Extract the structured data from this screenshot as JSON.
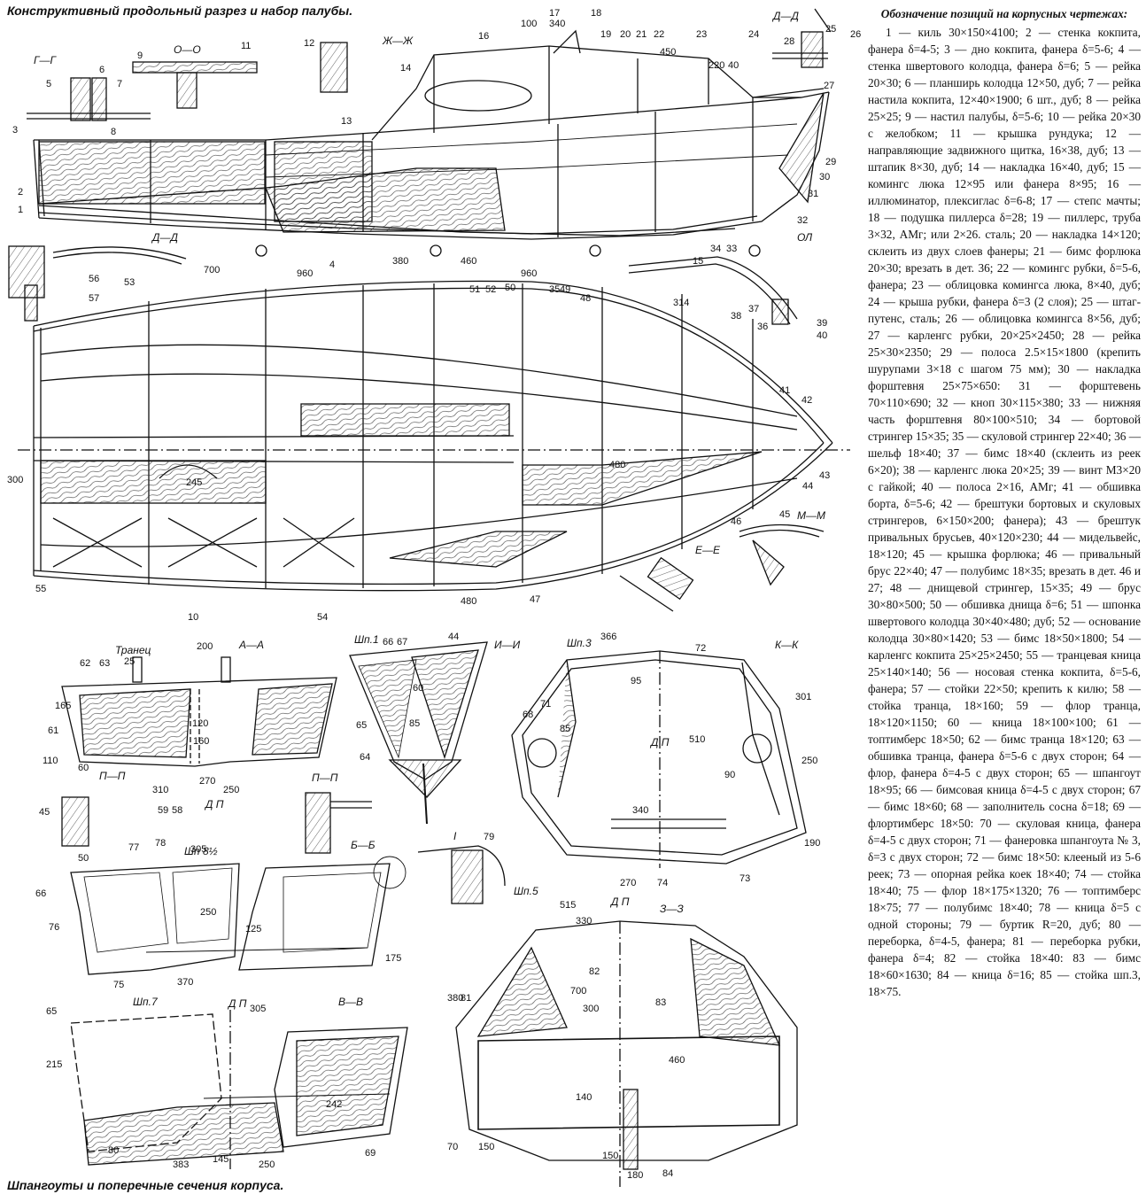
{
  "titles": {
    "top": "Конструктивный продольный разрез и набор палубы.",
    "bottom": "Шпангоуты и поперечные сечения корпуса."
  },
  "legend": {
    "title": "Обозначение позиций на корпусных чертежах:",
    "text": "1 — киль 30×150×4100; 2 — стенка кокпита, фанера δ=4-5; 3 — дно кокпита, фанера δ=5-6; 4 — стенка швертового колодца, фанера δ=6; 5 — рейка 20×30; 6 — планширь колодца 12×50, дуб; 7 — рейка настила кокпита, 12×40×1900; 6 шт., дуб; 8 — рейка 25×25; 9 — настил палубы, δ=5-6; 10 — рейка 20×30 с желобком; 11 — крышка рундука; 12 — направляющие задвижного щитка, 16×38, дуб; 13 — штапик 8×30, дуб; 14 — накладка 16×40, дуб; 15 — комингс люка 12×95 или фанера 8×95; 16 — иллюминатор, плексиглас δ=6-8; 17 — степс мачты; 18 — подушка пиллерса δ=28; 19 — пиллерс, труба 3×32, АМг; или 2×26. сталь; 20 — накладка 14×120; склеить из двух слоев фанеры; 21 — бимс форлюка 20×30; врезать в дет. 36; 22 — комингс рубки, δ=5-6, фанера; 23 — облицовка комингса люка, 8×40, дуб; 24 — крыша рубки, фанера δ=3 (2 слоя); 25 — штаг-путенс, сталь; 26 — облицовка комингса 8×56, дуб; 27 — карленгс рубки, 20×25×2450; 28 — рейка 25×30×2350; 29 — полоса 2.5×15×1800 (крепить шурупами 3×18 с шагом 75 мм); 30 — накладка форштевня 25×75×650: 31 — форштевень 70×110×690; 32 — кноп 30×115×380; 33 — нижняя часть форштевня 80×100×510; 34 — бортовой стрингер 15×35; 35 — скуловой стрингер 22×40; 36 — шельф 18×40; 37 — бимс 18×40 (склеить из реек 6×20); 38 — карленгс люка 20×25; 39 — винт М3×20 с гайкой; 40 — полоса 2×16, АМг; 41 — обшивка борта, δ=5-6; 42 — брештуки бортовых и скуловых стрингеров, 6×150×200; фанера); 43 — брештук привальных брусьев, 40×120×230; 44 — мидельвейс, 18×120; 45 — крышка форлюка; 46 — привальный брус 22×40; 47 — полубимс 18×35; врезать в дет. 46 и 27; 48 — днищевой стрингер, 15×35; 49 — брус 30×80×500; 50 — обшивка днища δ=6; 51 — шпонка швертового колодца 30×40×480; дуб; 52 — основание колодца 30×80×1420; 53 — бимс 18×50×1800; 54 — карленгс кокпита 25×25×2450; 55 — транцевая кница 25×140×140; 56 — носовая стенка кокпита, δ=5-6, фанера; 57 — стойки 22×50; крепить к килю; 58 — стойка транца, 18×160; 59 — флор транца, 18×120×1150; 60 — кница 18×100×100; 61 — топтимберс 18×50; 62 — бимс транца 18×120; 63 — обшивка транца, фанера δ=5-6 с двух сторон; 64 — флор, фанера δ=4-5 с двух сторон; 65 — шпангоут 18×95; 66 — бимсовая кница δ=4-5 с двух сторон; 67 — бимс 18×60; 68 — заполнитель сосна δ=18; 69 — флортимберс 18×50: 70 — скуловая кница, фанера δ=4-5 с двух сторон; 71 — фанеровка шпангоута № 3, δ=3 с двух сторон; 72 — бимс 18×50: клееный из 5-6 реек; 73 — опорная рейка коек 18×40; 74 — стойка 18×40; 75 — флор 18×175×1320; 76 — топтимберс 18×75; 77 — полубимс 18×40; 78 — кница δ=5 с одной стороны; 79 — буртик R=20, дуб; 80 — переборка, δ=4-5, фанера; 81 — переборка рубки, фанера δ=4; 82 — стойка 18×40: 83 — бимс 18×60×1630; 84 — кница δ=16; 85 — стойка шп.3, 18×75."
  },
  "view_labels": {
    "transom": "Транец",
    "aa": "А—А",
    "sh1": "Шп.1",
    "ii": "И—И",
    "sh3": "Шп.3",
    "kk": "К—К",
    "sh8": "Шп 8½",
    "pp1": "П—П",
    "pp2": "П—П",
    "bb": "Б—Б",
    "i": "I",
    "sh5": "Шп.5",
    "zz": "З—З",
    "sh7": "Шп.7",
    "vv": "В—В",
    "gg": "Г—Г",
    "oo": "О—О",
    "zhzh": "Ж—Ж",
    "dd1": "Д—Д",
    "dd2": "Д—Д",
    "ee": "Е—Е",
    "mm": "М—М",
    "dp1": "Д П",
    "dp2": "Д П",
    "dp3": "Д П",
    "dp4": "Д П",
    "ol": "ОЛ"
  },
  "dimensions": {
    "d700": "700",
    "d960a": "960",
    "d380": "380",
    "d460": "460",
    "d960b": "960",
    "d100": "100",
    "d340": "340",
    "d450": "450",
    "d220": "220",
    "d40": "40",
    "d314": "314",
    "d300": "300",
    "d245": "245",
    "d480a": "480",
    "d480b": "480",
    "d200": "200",
    "d25": "25",
    "d120": "120",
    "d160": "160",
    "d310": "310",
    "d270": "270",
    "d250a": "250",
    "d305a": "305",
    "d250b": "250",
    "d125a": "125",
    "d370": "370",
    "d175": "175",
    "d366": "366",
    "d95": "95",
    "d510": "510",
    "d301": "301",
    "d250c": "250",
    "d90": "90",
    "d340b": "340",
    "d270b": "270",
    "d190": "190",
    "d515": "515",
    "d330": "330",
    "d700b": "700",
    "d300b": "300",
    "d380b": "380",
    "d460b": "460",
    "d140": "140",
    "d150a": "150",
    "d150b": "150",
    "d180": "180",
    "d305b": "305",
    "d383": "383",
    "d145": "145",
    "d250d": "250",
    "d215": "215",
    "d242": "242",
    "d65": "65",
    "d165": "165",
    "d110": "110",
    "d60": "60",
    "d85": "85",
    "d45": "45",
    "d50": "50",
    "d44": "44",
    "d66": "66"
  },
  "callouts": {
    "c1": "1",
    "c2": "2",
    "c3": "3",
    "c4": "4",
    "c5": "5",
    "c6": "6",
    "c7": "7",
    "c8": "8",
    "c9": "9",
    "c10": "10",
    "c11": "11",
    "c12": "12",
    "c13": "13",
    "c14": "14",
    "c15": "15",
    "c16": "16",
    "c17": "17",
    "c18": "18",
    "c19": "19",
    "c20": "20",
    "c21": "21",
    "c22": "22",
    "c23": "23",
    "c24": "24",
    "c25": "25",
    "c26": "26",
    "c27": "27",
    "c28": "28",
    "c29": "29",
    "c30": "30",
    "c31": "31",
    "c32": "32",
    "c33": "33",
    "c34": "34",
    "c35": "35",
    "c36": "36",
    "c37": "37",
    "c38": "38",
    "c39": "39",
    "c40": "40",
    "c41": "41",
    "c42": "42",
    "c43": "43",
    "c44": "44",
    "c45": "45",
    "c46": "46",
    "c47": "47",
    "c48": "48",
    "c49": "49",
    "c50": "50",
    "c51": "51",
    "c52": "52",
    "c53": "53",
    "c54": "54",
    "c55": "55",
    "c56": "56",
    "c57": "57",
    "c58": "58",
    "c59": "59",
    "c60": "60",
    "c61": "61",
    "c62": "62",
    "c63": "63",
    "c64": "64",
    "c65": "65",
    "c66": "66",
    "c67": "67",
    "c68": "68",
    "c69": "69",
    "c70": "70",
    "c71": "71",
    "c72": "72",
    "c73": "73",
    "c74": "74",
    "c75": "75",
    "c76": "76",
    "c77": "77",
    "c78": "78",
    "c79": "79",
    "c80": "80",
    "c81": "81",
    "c82": "82",
    "c83": "83",
    "c84": "84",
    "c85": "85"
  }
}
